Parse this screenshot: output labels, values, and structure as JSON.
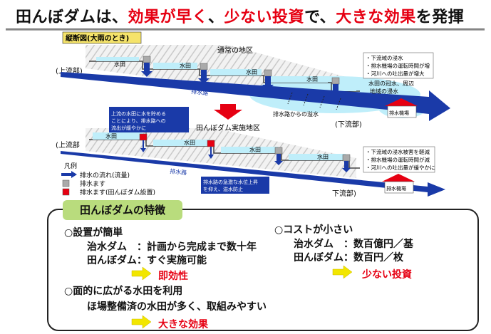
{
  "title": {
    "part1": "田んぼダムは、",
    "part2": "効果が早く",
    "part3": "、",
    "part4": "少ない投資",
    "part5": "で、",
    "part6": "大きな効果",
    "part7": "を発揮"
  },
  "diagram": {
    "section_label": "縦断図(大雨のとき)",
    "upper": {
      "district_label": "通常の地区",
      "upstream": "(上流部)",
      "downstream": "(下流部)",
      "paddy_label": "水田",
      "drain_label": "排水路",
      "overflow_label": "排水路からの溢水",
      "flood_label": "水田の冠水、周辺地域の浸水",
      "pump_label": "排水機場",
      "effects": [
        "・下流域の浸水",
        "・排水機場の運転時間が増",
        "・河川への吐出量が増大"
      ]
    },
    "lower": {
      "district_label": "田んぼダム実施地区",
      "upstream": "(上流部",
      "downstream": "下流部)",
      "paddy_label": "水田",
      "drain_label": "排水路",
      "note_upper": "上流の水田に水を貯めることにより、排水路への流出が緩やかに",
      "note_lower": "排水路の急激な水位上昇を抑え、溢水防止",
      "pump_label": "排水機場",
      "effects": [
        "・下流域の浸水被害を軽減",
        "・排水機場の運転時間が減",
        "・河川への吐出量が緩やかに"
      ]
    },
    "legend": {
      "title": "凡例",
      "flow": "排水の流れ(流量)",
      "box": "排水ます",
      "box_dam": "排水ます(田んぼダム設置)"
    }
  },
  "features": {
    "title": "田んぼダムの特徴",
    "simple": {
      "heading": "○設置が簡単",
      "line1": "治水ダム　：計画から完成まで数十年",
      "line2": "田んぼダム：すぐ実施可能",
      "result": "即効性"
    },
    "cost": {
      "heading": "○コストが小さい",
      "line1": "治水ダム　：数百億円／基",
      "line2": "田んぼダム：数百円／枚",
      "result": "少ない投資"
    },
    "area": {
      "heading": "○面的に広がる水田を利用",
      "line1": "ほ場整備済の水田が多く、取組みやすい",
      "result": "大きな効果"
    }
  },
  "colors": {
    "accent_red": "#e60012",
    "flow_blue": "#1a3aa8",
    "water": "#bfeefa",
    "tag_green": "#b9dc7d",
    "yellow_arrow": "#f2e600"
  }
}
